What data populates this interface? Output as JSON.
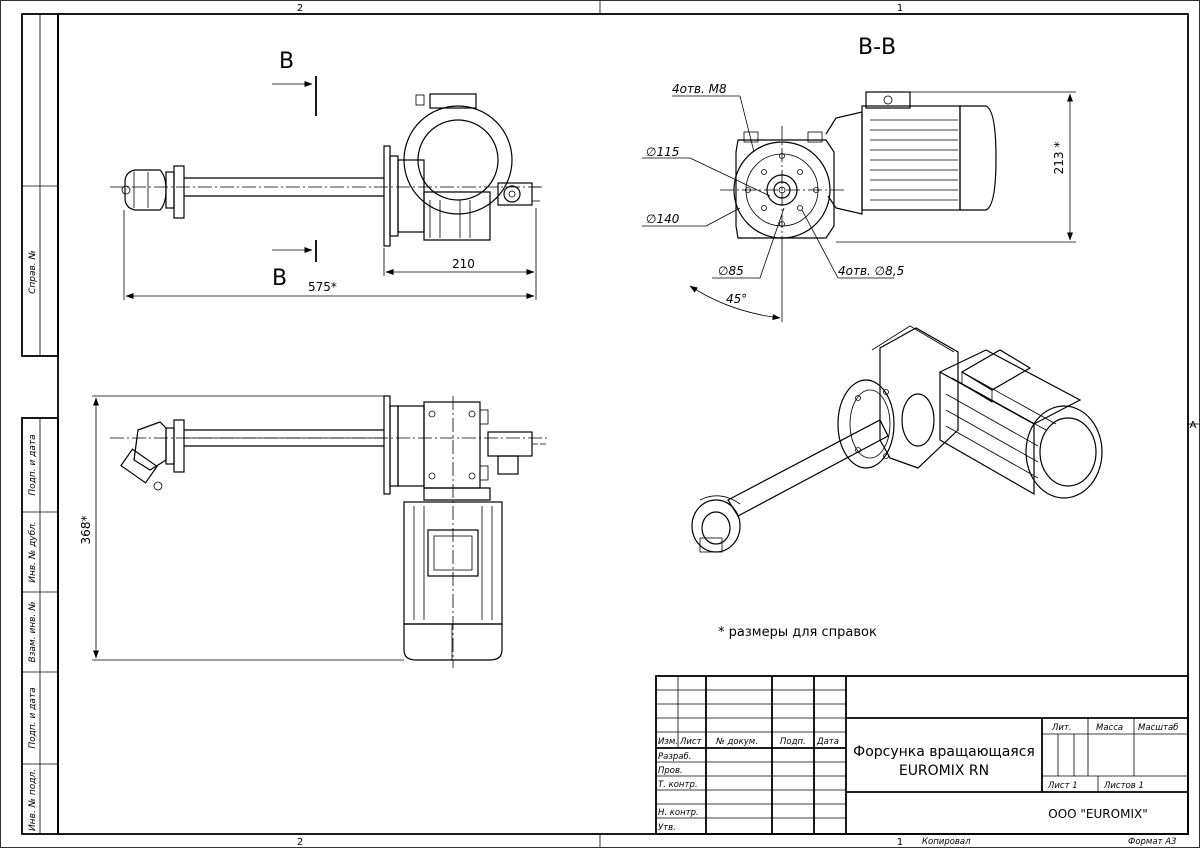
{
  "frame": {
    "zone_top_left": "2",
    "zone_top_right": "1",
    "zone_bottom_left": "2",
    "zone_bottom_right": "1",
    "zone_right": "A"
  },
  "side_strip": {
    "sprav": "Справ. №",
    "podp_data_1": "Подп. и дата",
    "inv_dubl": "Инв. № дубл.",
    "vzam_inv": "Взам. инв. №",
    "podp_data_2": "Подп. и дата",
    "inv_podl": "Инв. № подл."
  },
  "views": {
    "section_letter_top": "В",
    "section_letter_bottom": "В",
    "section_title": "В-В",
    "dim_210": "210",
    "dim_575": "575*",
    "dim_368": "368*",
    "dim_213": "213 *",
    "label_holes_m8": "4отв. М8",
    "label_d115": "∅115",
    "label_d140": "∅140",
    "label_d85": "∅85",
    "label_holes_85": "4отв. ∅8,5",
    "label_45": "45°"
  },
  "note": "* размеры для справок",
  "title_block": {
    "izm": "Изм.",
    "list": "Лист",
    "dokum": "№ докум.",
    "podp": "Подп.",
    "data": "Дата",
    "razrab": "Разраб.",
    "prov": "Пров.",
    "t_kontr": "Т. контр.",
    "n_kontr": "Н. контр.",
    "utv": "Утв.",
    "name_line1": "Форсунка вращающаяся",
    "name_line2": "EUROMIX RN",
    "lit": "Лит.",
    "massa": "Масса",
    "masshtab": "Масштаб",
    "sheet": "Лист 1",
    "sheets": "Листов 1",
    "company": "ООО \"EUROMIX\"",
    "kopiroval": "Копировал",
    "format": "Формат А3"
  }
}
